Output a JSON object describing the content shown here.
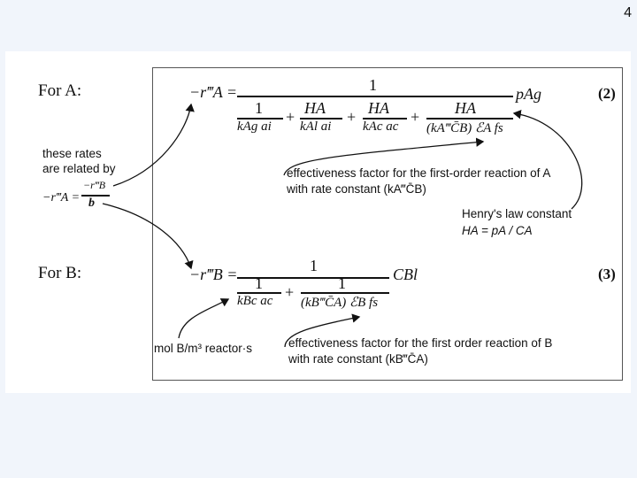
{
  "slide_number": "4",
  "labels": {
    "for_a": "For A:",
    "for_b": "For B:",
    "eq2": "(2)",
    "eq3": "(3)"
  },
  "notes": {
    "rates_line1": "these rates",
    "rates_line2": "are related by",
    "eff_a_line1": "effectiveness factor for the first-order reaction of A",
    "eff_a_line2": "with rate constant (kA‴C̄B)",
    "henry_line1": "Henry's law constant",
    "henry_line2": "HA = pA / CA",
    "units_b": "mol B/m³ reactor·s",
    "eff_b_line1": "effectiveness factor for the first order reaction of B",
    "eff_b_line2": "with rate constant (kB‴C̄A)"
  },
  "equations": {
    "a_lhs": "−r‴A =",
    "a_num": "1",
    "a_t1_num": "1",
    "a_t1_den": "kAg ai",
    "a_t2_num": "HA",
    "a_t2_den": "kAl ai",
    "a_t3_num": "HA",
    "a_t3_den": "kAc ac",
    "a_t4_num": "HA",
    "a_t4_den": "(kA‴C̄B) ℰA fs",
    "a_rhs": "pAg",
    "relation_lhs": "−r‴A =",
    "relation_num": "−r‴B",
    "relation_den": "b",
    "b_lhs": "−r‴B =",
    "b_num": "1",
    "b_t1_num": "1",
    "b_t1_den": "kBc ac",
    "b_t2_num": "1",
    "b_t2_den": "(kB‴C̄A) ℰB fs",
    "b_rhs": "CBl"
  }
}
